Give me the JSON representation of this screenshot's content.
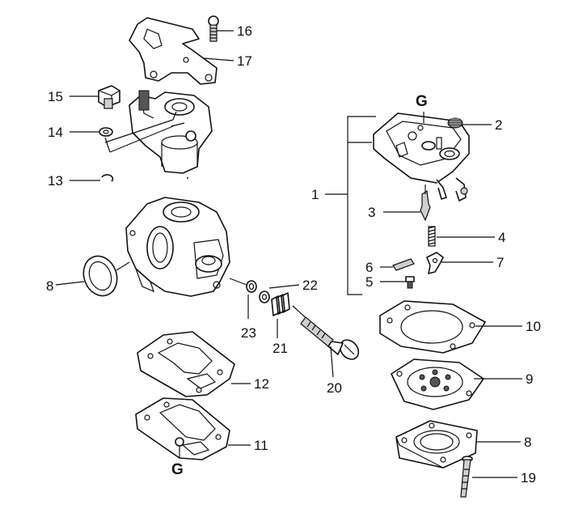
{
  "diagram": {
    "callouts": {
      "c1": "1",
      "c2": "2",
      "c3": "3",
      "c4": "4",
      "c5": "5",
      "c6": "6",
      "c7": "7",
      "c8": "8",
      "c9": "9",
      "c10": "10",
      "c11": "11",
      "c12": "12",
      "c13": "13",
      "c14": "14",
      "c15": "15",
      "c16": "16",
      "c17": "17",
      "c19": "19",
      "c20": "20",
      "c21": "21",
      "c22": "22",
      "c23": "23",
      "c18_partial": "8"
    },
    "marks": {
      "g_top": "G",
      "g_bottom": "G"
    }
  }
}
